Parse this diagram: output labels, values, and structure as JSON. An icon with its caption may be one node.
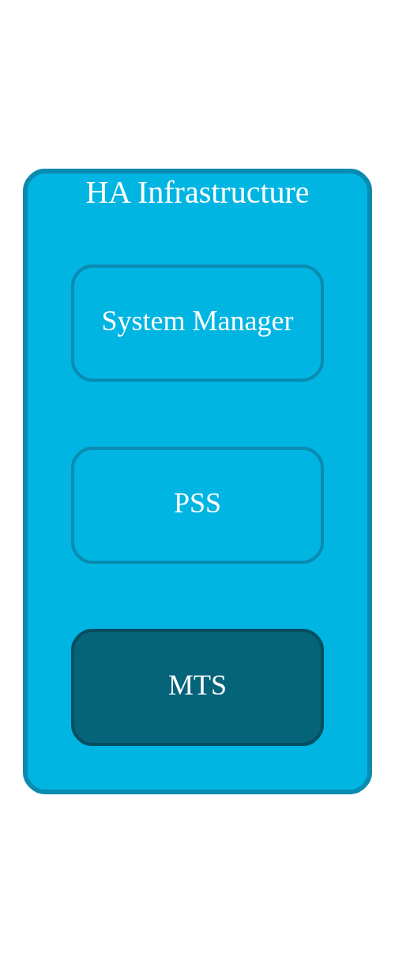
{
  "diagram": {
    "nodes": [
      {
        "text": [
          "HA Infrastructure"
        ]
      },
      {
        "text": [
          "System Manager"
        ],
        "in": 0
      },
      {
        "text": [
          "PSS"
        ],
        "in": 0
      },
      {
        "text": [
          "MTS"
        ],
        "in": 0
      }
    ],
    "edges": []
  }
}
